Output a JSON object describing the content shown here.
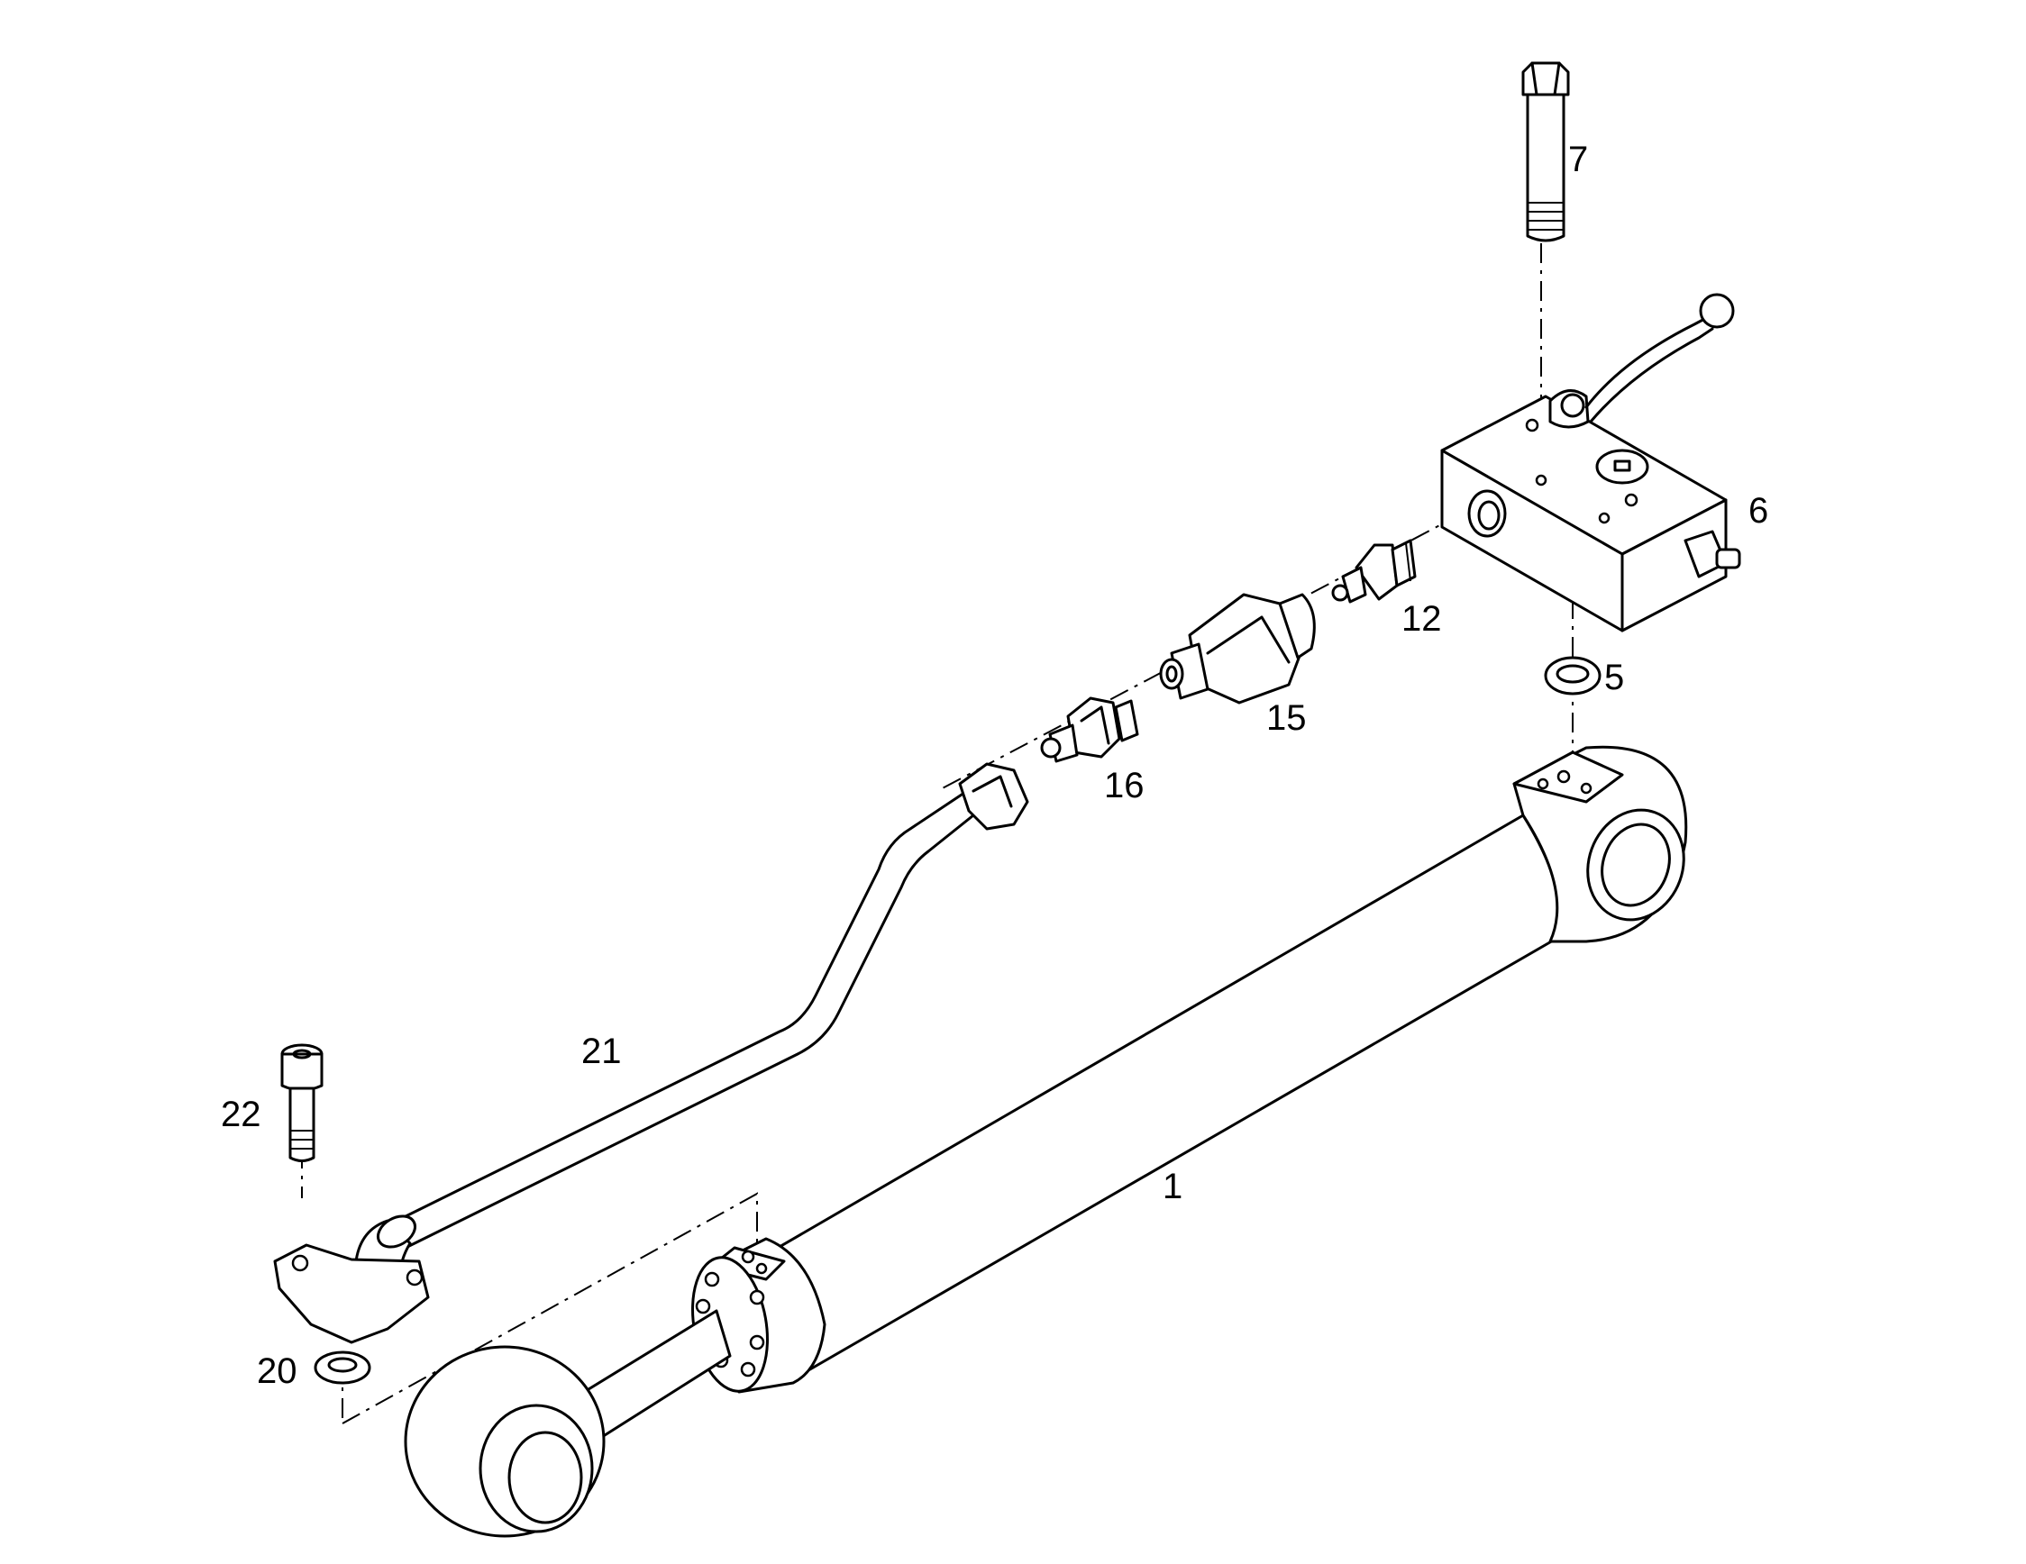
{
  "callouts": [
    {
      "id": "c1",
      "label": "1"
    },
    {
      "id": "c5",
      "label": "5"
    },
    {
      "id": "c6",
      "label": "6"
    },
    {
      "id": "c7",
      "label": "7"
    },
    {
      "id": "c12",
      "label": "12"
    },
    {
      "id": "c15",
      "label": "15"
    },
    {
      "id": "c16",
      "label": "16"
    },
    {
      "id": "c20",
      "label": "20"
    },
    {
      "id": "c21",
      "label": "21"
    },
    {
      "id": "c22",
      "label": "22"
    }
  ]
}
